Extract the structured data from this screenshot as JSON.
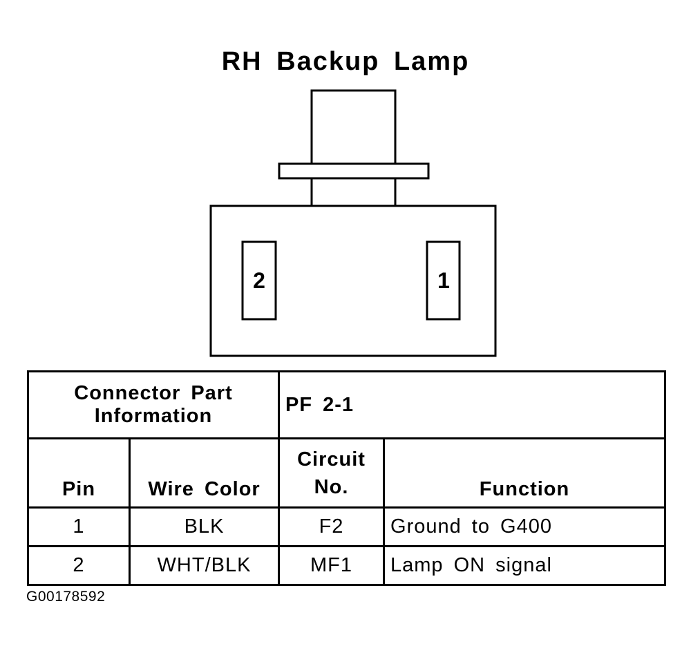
{
  "title": "RH Backup Lamp",
  "connector": {
    "pins": [
      {
        "label": "2"
      },
      {
        "label": "1"
      }
    ]
  },
  "table": {
    "part_info_label": "Connector Part Information",
    "part_info_value": "PF 2-1",
    "columns": [
      "Pin",
      "Wire Color",
      "Circuit No.",
      "Function"
    ],
    "rows": [
      {
        "pin": "1",
        "wire_color": "BLK",
        "circuit": "F2",
        "function": "Ground to G400"
      },
      {
        "pin": "2",
        "wire_color": "WHT/BLK",
        "circuit": "MF1",
        "function": "Lamp ON signal"
      }
    ]
  },
  "figure_id": "G00178592"
}
